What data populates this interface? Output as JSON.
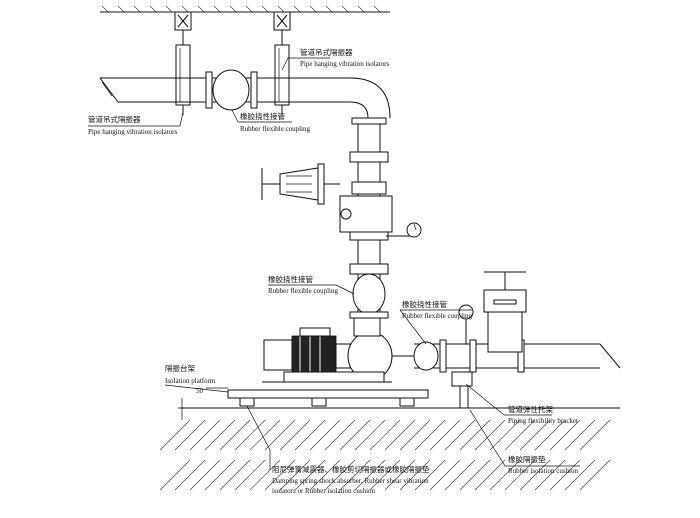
{
  "labels": {
    "hanger_top_cn": "管道吊式隔振器",
    "hanger_top_en": "Pipe hanging vibration isolators",
    "hanger_left_cn": "管道吊式隔振器",
    "hanger_left_en": "Pipe hanging vibration isolators",
    "coupling1_cn": "橡胶挠性接管",
    "coupling1_en": "Rubber flexible coupling",
    "coupling2_cn": "橡胶挠性接管",
    "coupling2_en": "Rubber flexible coupling",
    "coupling3_cn": "橡胶挠性接管",
    "coupling3_en": "Rubber flexible coupling",
    "platform_cn": "隔振台架",
    "platform_en": "Isolation platform",
    "dim_50": "50",
    "bracket_cn": "管道弹性托架",
    "bracket_en": "Piping flexibility bracket",
    "cushion_cn": "橡胶隔振垫",
    "cushion_en": "Rubber isolation cushion",
    "absorber_cn": "阻尼弹簧减震器、橡胶剪切隔振器或橡胶隔振垫",
    "absorber_en_1": "Damping spring shock absorber, Rubber shear vibration",
    "absorber_en_2": "isolators or Rubber isolation cushion"
  }
}
